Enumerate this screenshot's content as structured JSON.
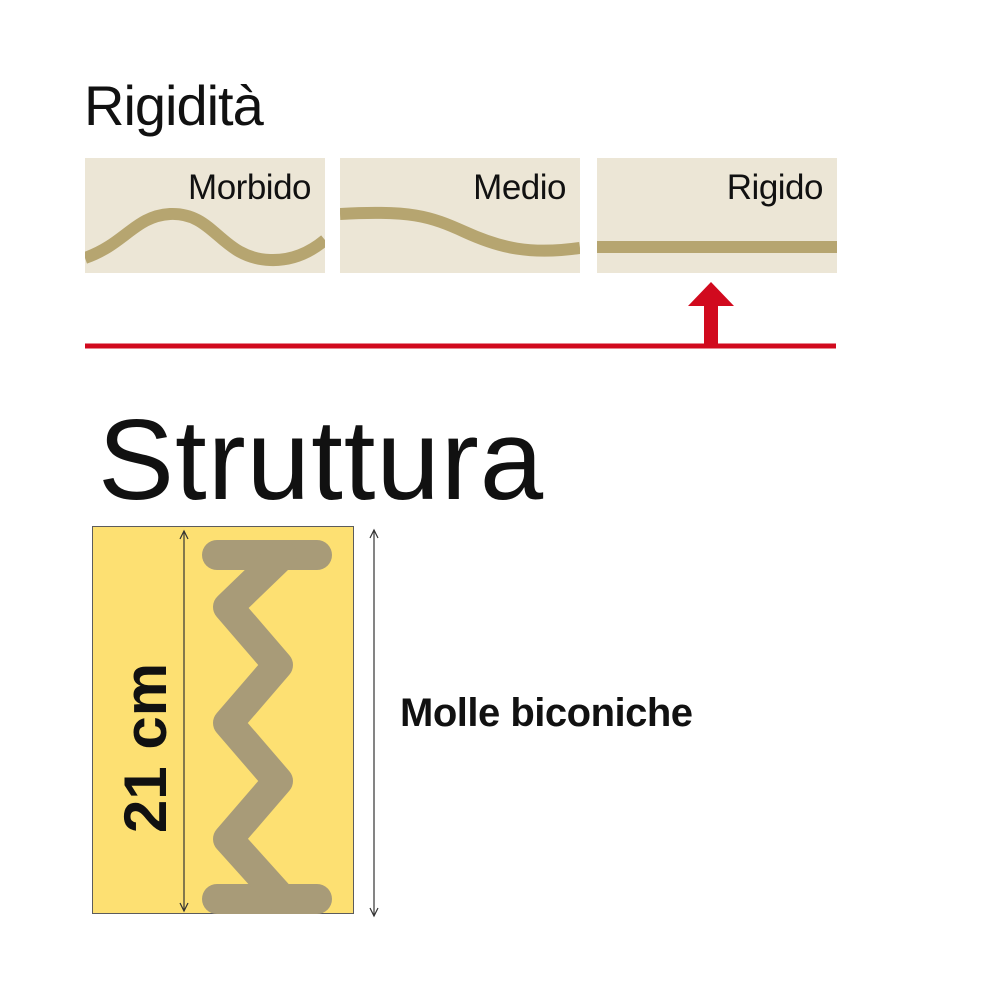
{
  "rigidity": {
    "title": "Rigidità",
    "levels": [
      {
        "label": "Morbido"
      },
      {
        "label": "Medio"
      },
      {
        "label": "Rigido"
      }
    ],
    "selected_index": 2,
    "selected_label": "Rigido"
  },
  "structure": {
    "title": "Struttura",
    "height_label": "21 cm",
    "type_label": "Molle biconiche"
  },
  "colors": {
    "panel_bg": "#ece6d6",
    "curve": "#b6a570",
    "indicator": "#d10a1e",
    "block_bg": "#fde072",
    "spring": "#a89b78"
  }
}
